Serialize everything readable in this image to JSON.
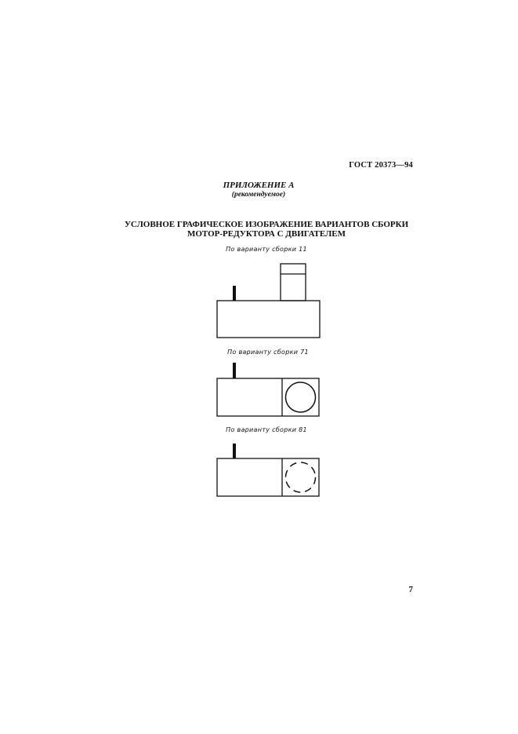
{
  "header": {
    "standard_code": "ГОСТ 20373—94"
  },
  "appendix": {
    "title": "ПРИЛОЖЕНИЕ А",
    "subtitle": "(рекомендуемое)"
  },
  "main_title": {
    "line1": "УСЛОВНОЕ ГРАФИЧЕСКОЕ ИЗОБРАЖЕНИЕ ВАРИАНТОВ СБОРКИ",
    "line2": "МОТОР-РЕДУКТОРА С ДВИГАТЕЛЕМ"
  },
  "figures": [
    {
      "caption": "По варианту сборки 11"
    },
    {
      "caption": "По варианту сборки 71"
    },
    {
      "caption": "По варианту сборки 81"
    }
  ],
  "footer": {
    "page_number": "7"
  }
}
